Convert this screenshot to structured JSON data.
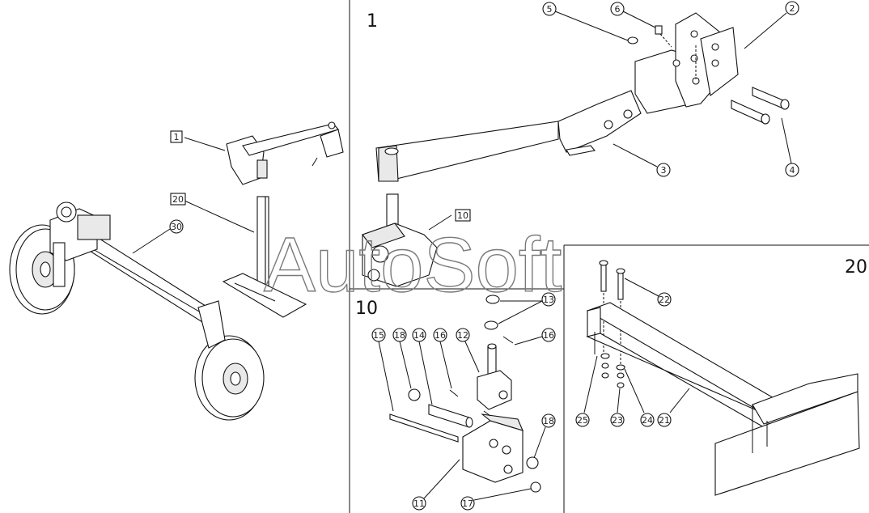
{
  "watermark": "AutoSoft",
  "sections": {
    "s1": "1",
    "s10": "10",
    "s20": "20"
  },
  "callouts": {
    "c1": "1",
    "c2": "2",
    "c3": "3",
    "c4": "4",
    "c5": "5",
    "c6": "6",
    "c10": "10",
    "c11": "11",
    "c12": "12",
    "c13": "13",
    "c14": "14",
    "c15": "15",
    "c16a": "16",
    "c16b": "16",
    "c17": "17",
    "c18a": "18",
    "c18b": "18",
    "c20": "20",
    "c21": "21",
    "c22": "22",
    "c23": "23",
    "c24": "24",
    "c25": "25",
    "c30": "30"
  }
}
